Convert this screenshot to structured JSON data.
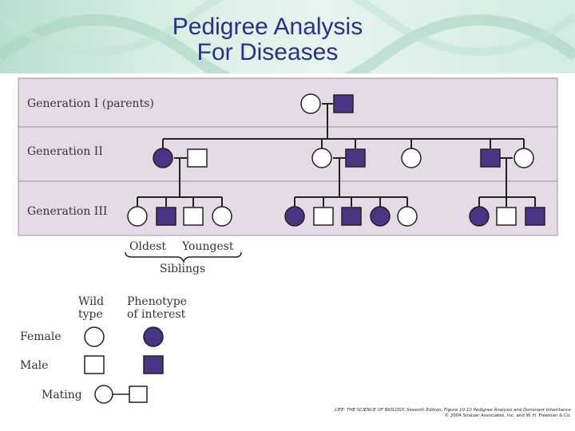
{
  "title": {
    "line1": "Pedigree Analysis",
    "line2": "For Diseases"
  },
  "generations": [
    {
      "label": "Generation I (parents)"
    },
    {
      "label": "Generation II"
    },
    {
      "label": "Generation III"
    }
  ],
  "siblings": {
    "oldest": "Oldest",
    "youngest": "Youngest",
    "caption": "Siblings"
  },
  "legend": {
    "col_wild": [
      "Wild",
      "type"
    ],
    "col_phenotype": [
      "Phenotype",
      "of interest"
    ],
    "female": "Female",
    "male": "Male",
    "mating": "Mating"
  },
  "credit": {
    "line1": "LIFE: THE SCIENCE OF BIOLOGY, Seventh Edition, Figure 10.10 Pedigree Analysis and Dominant Inheritance",
    "line2": "© 2004 Sinauer Associates, Inc. and W. H. Freeman & Co."
  },
  "colors": {
    "band": "#e4dbe6",
    "affected": "#4a3585",
    "line": "#222222",
    "title": "#2a2f8a"
  },
  "individuals": {
    "gen1": [
      {
        "sex": "female",
        "affected": false
      },
      {
        "sex": "male",
        "affected": true
      }
    ],
    "gen2": [
      {
        "sex": "female",
        "affected": true
      },
      {
        "sex": "male",
        "affected": false
      },
      {
        "sex": "female",
        "affected": false
      },
      {
        "sex": "male",
        "affected": true
      },
      {
        "sex": "female",
        "affected": false
      },
      {
        "sex": "male",
        "affected": true
      },
      {
        "sex": "female",
        "affected": false
      }
    ],
    "gen3_family1": [
      {
        "sex": "female",
        "affected": false
      },
      {
        "sex": "male",
        "affected": true
      },
      {
        "sex": "male",
        "affected": false
      },
      {
        "sex": "female",
        "affected": false
      }
    ],
    "gen3_family2": [
      {
        "sex": "female",
        "affected": true
      },
      {
        "sex": "male",
        "affected": false
      },
      {
        "sex": "male",
        "affected": true
      },
      {
        "sex": "female",
        "affected": true
      },
      {
        "sex": "female",
        "affected": false
      }
    ],
    "gen3_family3": [
      {
        "sex": "female",
        "affected": true
      },
      {
        "sex": "male",
        "affected": false
      },
      {
        "sex": "male",
        "affected": true
      }
    ]
  }
}
